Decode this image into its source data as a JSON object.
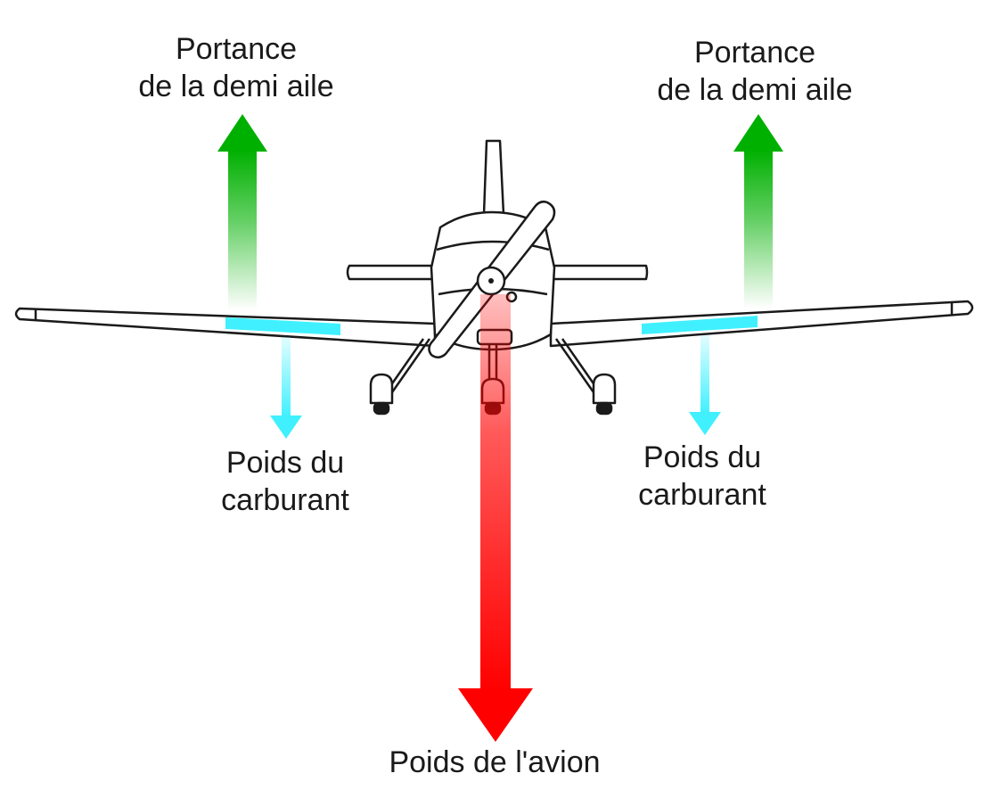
{
  "labels": {
    "lift_left": [
      "Portance",
      "de la demi aile"
    ],
    "lift_right": [
      "Portance",
      "de la demi aile"
    ],
    "fuel_left": [
      "Poids du",
      "carburant"
    ],
    "fuel_right": [
      "Poids du",
      "carburant"
    ],
    "weight": "Poids de l'avion"
  },
  "colors": {
    "lift": "#00b000",
    "fuel": "#40f0ff",
    "weight": "#ff0000",
    "outline": "#1a1a1a"
  }
}
